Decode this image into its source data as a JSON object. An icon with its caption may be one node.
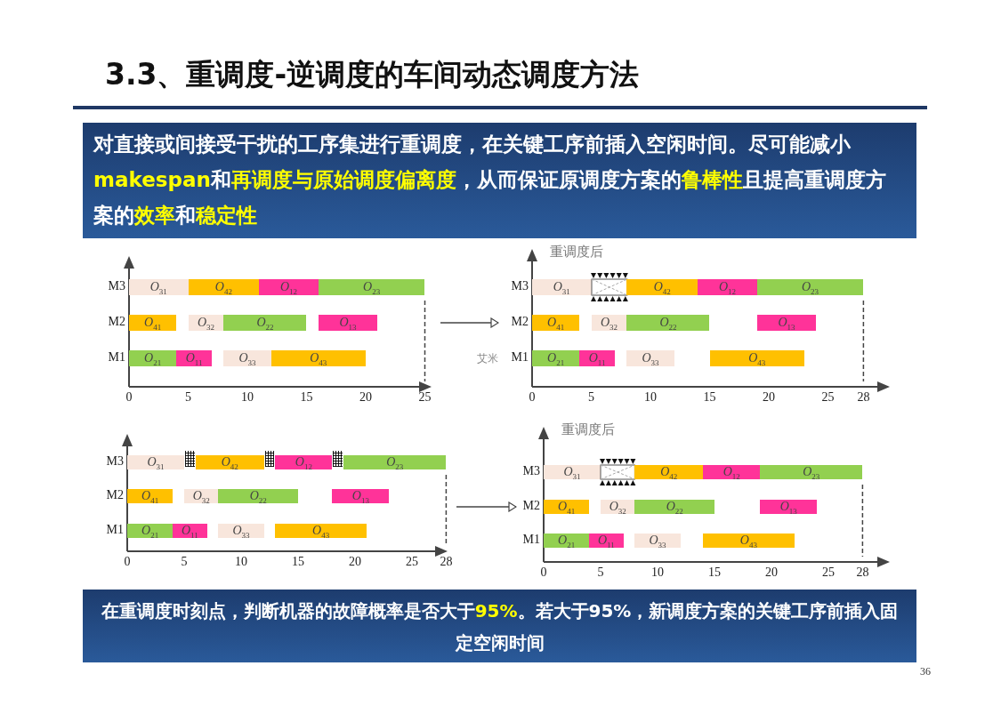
{
  "diagram": {
    "title": "3.3、重调度-逆调度的车间动态调度方法",
    "nodes": [
      {
        "text": [
          "对直接或间接受干扰的工序集进行重调度，在关键工序前插入空闲时间。尽可能减小**makespan**和**再调度与原始调度偏离度**，从而保证原调度方案的**鲁棒性**且提高重调度方案的**效率**和**稳定性**"
        ]
      },
      {
        "text": [],
        "shape": "picture"
      },
      {
        "text": [
          "O$_{31}$"
        ],
        "in": 1
      },
      {
        "text": [
          "O$_{42}$"
        ],
        "in": 1
      },
      {
        "text": [
          "O$_{12}$"
        ],
        "in": 1
      },
      {
        "text": [
          "O$_{23}$"
        ],
        "in": 1
      },
      {
        "text": [
          "O$_{41}$"
        ],
        "in": 1
      },
      {
        "text": [
          "O$_{32}$"
        ],
        "in": 1
      },
      {
        "text": [
          "O$_{22}$"
        ],
        "in": 1
      },
      {
        "text": [
          "O$_{13}$"
        ],
        "in": 1
      },
      {
        "text": [
          "O$_{21}$"
        ],
        "in": 1
      },
      {
        "text": [
          "O$_{11}$"
        ],
        "in": 1
      },
      {
        "text": [
          "O$_{33}$"
        ],
        "in": 1
      },
      {
        "text": [
          "O$_{43}$"
        ],
        "in": 1
      },
      {
        "text": [
          "重调度后"
        ]
      },
      {
        "text": [
          "O$_{31}$"
        ],
        "in": 14
      },
      {
        "text": [],
        "shape": "box",
        "in": 14
      },
      {
        "text": [
          "O$_{42}$"
        ],
        "in": 14
      },
      {
        "text": [
          "O$_{12}$"
        ],
        "in": 14
      },
      {
        "text": [
          "O$_{23}$"
        ],
        "in": 14
      },
      {
        "text": [
          "O$_{41}$"
        ],
        "in": 14
      },
      {
        "text": [
          "O$_{32}$"
        ],
        "in": 14
      },
      {
        "text": [
          "O$_{22}$"
        ],
        "in": 14
      },
      {
        "text": [
          "O$_{13}$"
        ],
        "in": 14
      },
      {
        "text": [
          "O$_{21}$"
        ],
        "in": 14
      },
      {
        "text": [
          "O$_{11}$"
        ],
        "in": 14
      },
      {
        "text": [
          "O$_{33}$"
        ],
        "in": 14
      },
      {
        "text": [
          "O$_{43}$"
        ],
        "in": 14
      },
      {
        "text": [],
        "shape": "picture"
      },
      {
        "text": [
          "O$_{31}$"
        ],
        "in": 28
      },
      {
        "text": [],
        "shape": "box",
        "in": 28
      },
      {
        "text": [
          "O$_{42}$"
        ],
        "in": 28
      },
      {
        "text": [],
        "shape": "box",
        "in": 28
      },
      {
        "text": [
          "O$_{12}$"
        ],
        "in": 28
      },
      {
        "text": [],
        "shape": "box",
        "in": 28
      },
      {
        "text": [
          "O$_{23}$"
        ],
        "in": 28
      },
      {
        "text": [
          "O$_{41}$"
        ],
        "in": 28
      },
      {
        "text": [
          "O$_{32}$"
        ],
        "in": 28
      },
      {
        "text": [
          "O$_{22}$"
        ],
        "in": 28
      },
      {
        "text": [
          "O$_{13}$"
        ],
        "in": 28
      },
      {
        "text": [
          "O$_{21}$"
        ],
        "in": 28
      },
      {
        "text": [
          "O$_{11}$"
        ],
        "in": 28
      },
      {
        "text": [
          "O$_{33}$"
        ],
        "in": 28
      },
      {
        "text": [
          "O$_{43}$"
        ],
        "in": 28
      },
      {
        "text": [
          "重调度后"
        ]
      },
      {
        "text": [
          "O$_{31}$"
        ],
        "in": 44
      },
      {
        "text": [],
        "shape": "box",
        "in": 44
      },
      {
        "text": [
          "O$_{42}$"
        ],
        "in": 44
      },
      {
        "text": [
          "O$_{12}$"
        ],
        "in": 44
      },
      {
        "text": [
          "O$_{23}$"
        ],
        "in": 44
      },
      {
        "text": [
          "O$_{41}$"
        ],
        "in": 44
      },
      {
        "text": [
          "O$_{32}$"
        ],
        "in": 44
      },
      {
        "text": [
          "O$_{22}$"
        ],
        "in": 44
      },
      {
        "text": [
          "O$_{13}$"
        ],
        "in": 44
      },
      {
        "text": [
          "O$_{21}$"
        ],
        "in": 44
      },
      {
        "text": [
          "O$_{11}$"
        ],
        "in": 44
      },
      {
        "text": [
          "O$_{33}$"
        ],
        "in": 44
      },
      {
        "text": [
          "O$_{43}$"
        ],
        "in": 44
      },
      {
        "text": [
          "在重调度时刻点，判断机器的故障概率是否大于**95%**。若大于95%，新调度方案的关键工序前插入固定空闲时间"
        ]
      }
    ],
    "edges": [
      {
        "from": 1,
        "to": 14,
        "arrow": "to"
      },
      {
        "from": 28,
        "to": 44,
        "arrow": "to"
      }
    ],
    "labels": [
      "M3",
      "M2",
      "M1",
      "0",
      "5",
      "10",
      "15",
      "20",
      "25",
      "M3",
      "M2",
      "艾米",
      "M1",
      "0",
      "5",
      "10",
      "15",
      "20",
      "25",
      "28",
      "M3",
      "M2",
      "M1",
      "0",
      "5",
      "10",
      "15",
      "20",
      "25",
      "28",
      "M3",
      "M2",
      "M1",
      "0",
      "5",
      "10",
      "15",
      "20",
      "25",
      "28",
      "36"
    ]
  }
}
